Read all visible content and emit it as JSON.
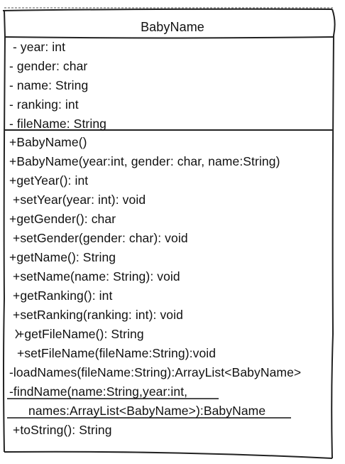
{
  "class_name": "BabyName",
  "attributes": [
    "- year: int",
    "- gender: char",
    "- name: String",
    "- ranking: int",
    "- fileName: String"
  ],
  "methods": [
    {
      "text": "+BabyName()"
    },
    {
      "text": "+BabyName(year:int, gender: char, name:String)"
    },
    {
      "text": "+getYear(): int"
    },
    {
      "text": "+setYear(year: int): void"
    },
    {
      "text": "+getGender(): char"
    },
    {
      "text": "+setGender(gender: char): void"
    },
    {
      "text": "+getName(): String"
    },
    {
      "text": "+setName(name: String): void"
    },
    {
      "text": "+getRanking(): int"
    },
    {
      "text": "+setRanking(ranking: int): void"
    },
    {
      "text": "+getFileName(): String"
    },
    {
      "text": "+setFileName(fileName:String):void"
    },
    {
      "text": "-loadNames(fileName:String):ArrayList<BabyName>"
    },
    {
      "text": "-findName(name:String,year:int,",
      "underline": true
    },
    {
      "text": "names:ArrayList<BabyName>):BabyName",
      "underline": true
    },
    {
      "text": "+toString(): String"
    }
  ]
}
